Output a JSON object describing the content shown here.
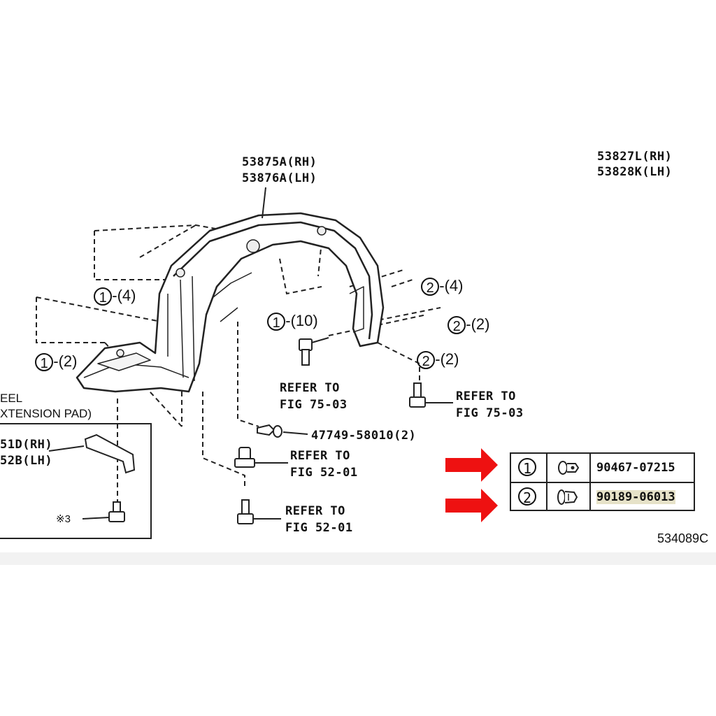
{
  "parts": {
    "liner_top": "53875A(RH)",
    "liner_bottom": "53876A(LH)",
    "other_top": "53827L(RH)",
    "other_bottom": "53828K(LH)",
    "seal_line1": "EEL",
    "seal_line2": "XTENSION PAD)",
    "pad_rh": "51D(RH)",
    "pad_lh": "52B(LH)",
    "pad_qty": "※3",
    "screw_part": "47749-58010(2)"
  },
  "callouts": [
    {
      "num": "1",
      "qty": "(4)"
    },
    {
      "num": "1",
      "qty": "(10)"
    },
    {
      "num": "1",
      "qty": "(2)"
    },
    {
      "num": "2",
      "qty": "(4)"
    },
    {
      "num": "2",
      "qty": "(2)"
    },
    {
      "num": "2",
      "qty": "(2)"
    }
  ],
  "refers": [
    {
      "line1": "REFER TO",
      "line2": "FIG 75-03"
    },
    {
      "line1": "REFER TO",
      "line2": "FIG 75-03"
    },
    {
      "line1": "REFER TO",
      "line2": "FIG 52-01"
    },
    {
      "line1": "REFER TO",
      "line2": "FIG 52-01"
    }
  ],
  "legend": [
    {
      "num": "1",
      "part": "90467-07215"
    },
    {
      "num": "2",
      "part": "90189-06013"
    }
  ],
  "figure_id": "534089C",
  "colors": {
    "arrow": "#ee1111",
    "highlight": "#e6e2c8",
    "line": "#222222"
  }
}
